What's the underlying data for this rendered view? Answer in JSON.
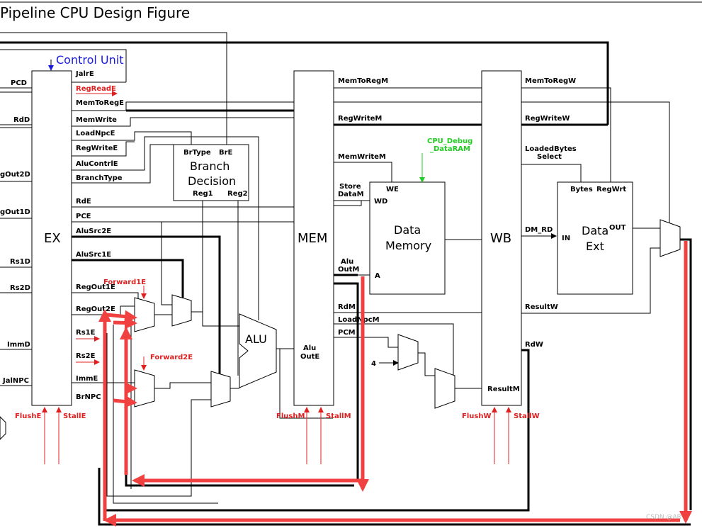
{
  "title": "Pipeline CPU Design Figure",
  "control_unit": "Control Unit",
  "stages": {
    "ex": "EX",
    "mem": "MEM",
    "wb": "WB"
  },
  "left_signals": {
    "pcd": "PCD",
    "rdd": "RdD",
    "regout2d": "gOut2D",
    "regout1d": "gOut1D",
    "rs1d": "Rs1D",
    "rs2d": "Rs2D",
    "immd": "ImmD",
    "jalnpc": "JalNPC"
  },
  "ex_outputs": {
    "jalre": "JalrE",
    "regreade": "RegReadE",
    "memtorege": "MemToRegE",
    "memwrite": "MemWrite",
    "loadnpce": "LoadNpcE",
    "regwritee": "RegWriteE",
    "aluctrle": "AluContrlE",
    "branchtype": "BranchType",
    "rde": "RdE",
    "pce": "PCE",
    "alusrc2e": "AluSrc2E",
    "alusrc1e": "AluSrc1E",
    "regout1e": "RegOut1E",
    "regout2e": "RegOut2E",
    "rs1e": "Rs1E",
    "rs2e": "Rs2E",
    "imme": "ImmE",
    "brnpc": "BrNPC"
  },
  "forward": {
    "f1": "Forward1E",
    "f2": "Forward2E"
  },
  "branch": {
    "title1": "Branch",
    "title2": "Decision",
    "brtype": "BrType",
    "bre": "BrE",
    "reg1": "Reg1",
    "reg2": "Reg2"
  },
  "alu": {
    "label": "ALU",
    "out1": "Alu",
    "out2": "OutE"
  },
  "mem_signals": {
    "memtoregm": "MemToRegM",
    "regwritem": "RegWriteM",
    "memwritem": "MemWriteM",
    "store1": "Store",
    "store2": "DataM",
    "alu1": "Alu",
    "alu2": "OutM",
    "rdm": "RdM",
    "loadnpcm": "LoadNpcM",
    "pcm": "PCM",
    "four": "4"
  },
  "debug": {
    "l1": "CPU_Debug",
    "l2": "_DataRAM"
  },
  "data_memory": {
    "l1": "Data",
    "l2": "Memory",
    "we": "WE",
    "wd": "WD",
    "a": "A"
  },
  "wb_signals": {
    "memtoregw": "MemToRegW",
    "regwritew": "RegWriteW",
    "loaded1": "LoadedBytes",
    "loaded2": "Select",
    "dm_rd": "DM_RD",
    "resultw": "ResultW",
    "rdw": "RdW",
    "resultm": "ResultM"
  },
  "data_ext": {
    "l1": "Data",
    "l2": "Ext",
    "bytes": "Bytes",
    "regwrt": "RegWrt",
    "in": "IN",
    "out": "OUT"
  },
  "flush_stall": {
    "flushe": "FlushE",
    "stalle": "StallE",
    "flushm": "FlushM",
    "stallm": "StallM",
    "flushw": "FlushW",
    "stallw": "StallW"
  },
  "watermark": "CSDN @AR"
}
